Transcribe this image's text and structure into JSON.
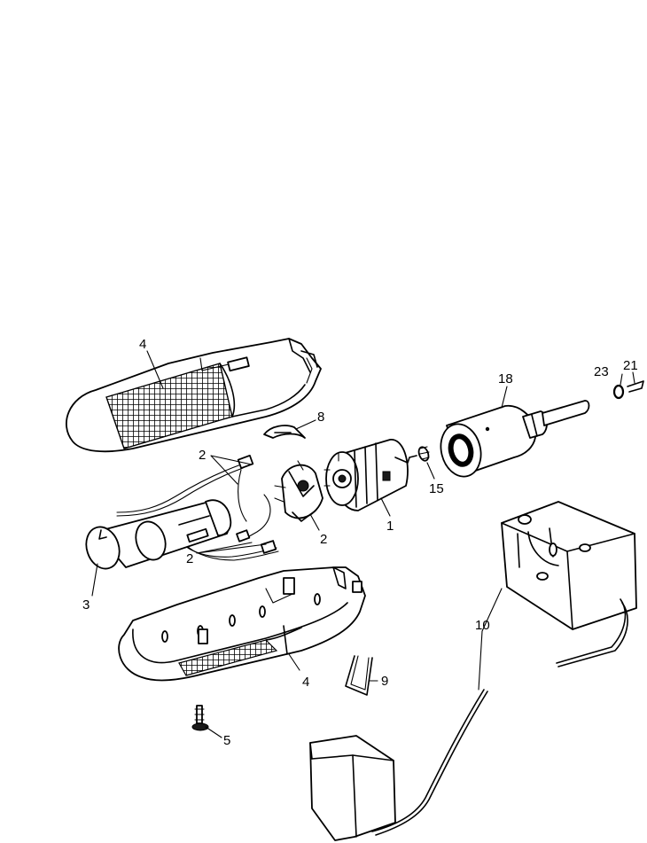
{
  "labels": {
    "top_housing": "4",
    "bottom_housing": "4",
    "wire_top": "2",
    "wire_bottom": "2",
    "brush_holder": "2",
    "battery_pack": "3",
    "motor": "1",
    "switch": "8",
    "spring_clip": "9",
    "screw": "5",
    "gear": "15",
    "chuck": "18",
    "washer": "23",
    "pin": "21",
    "charger_base": "10"
  }
}
